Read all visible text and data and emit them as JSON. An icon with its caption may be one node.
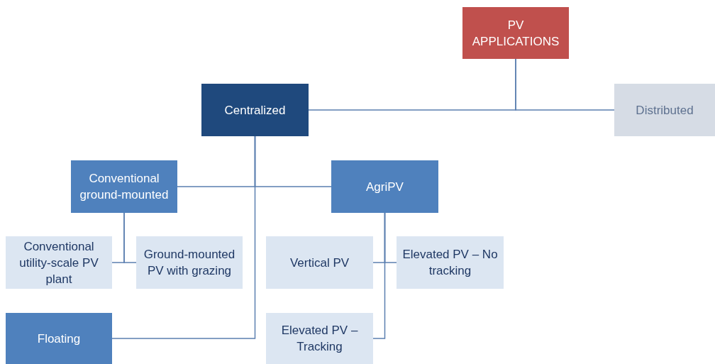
{
  "diagram": {
    "nodes": [
      {
        "text": [
          "PV APPLICATIONS"
        ]
      },
      {
        "text": [
          "Centralized"
        ]
      },
      {
        "text": [
          "Distributed"
        ]
      },
      {
        "text": [
          "Conventional ground-mounted"
        ]
      },
      {
        "text": [
          "AgriPV"
        ]
      },
      {
        "text": [
          "Conventional utility-scale PV plant"
        ]
      },
      {
        "text": [
          "Ground-mounted PV with grazing"
        ]
      },
      {
        "text": [
          "Vertical PV"
        ]
      },
      {
        "text": [
          "Elevated PV – No tracking"
        ]
      },
      {
        "text": [
          "Floating"
        ]
      },
      {
        "text": [
          "Elevated PV – Tracking"
        ]
      }
    ],
    "edges": [
      {
        "from": 0,
        "to": 1,
        "arrow": "none"
      },
      {
        "from": 0,
        "to": 2,
        "arrow": "none"
      },
      {
        "from": 1,
        "to": 3,
        "arrow": "none"
      },
      {
        "from": 1,
        "to": 4,
        "arrow": "none"
      },
      {
        "from": 1,
        "to": 9,
        "arrow": "none"
      },
      {
        "from": 3,
        "to": 5,
        "arrow": "none"
      },
      {
        "from": 3,
        "to": 6,
        "arrow": "none"
      },
      {
        "from": 4,
        "to": 7,
        "arrow": "none"
      },
      {
        "from": 4,
        "to": 8,
        "arrow": "none"
      },
      {
        "from": 4,
        "to": 10,
        "arrow": "none"
      }
    ]
  }
}
